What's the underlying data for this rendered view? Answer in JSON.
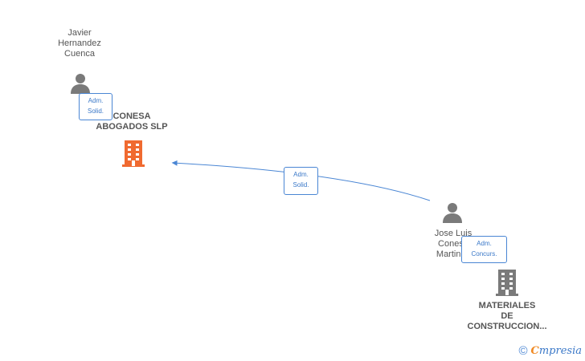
{
  "nodes": {
    "javier": {
      "label": "Javier\nHernandez\nCuenca",
      "type": "person",
      "color": "#7a7a7a"
    },
    "conesa_abogados": {
      "label": "CONESA\nABOGADOS SLP",
      "type": "company",
      "color": "#f06a30"
    },
    "jose_luis": {
      "label": "Jose Luis\nConesa\nMartinez",
      "type": "person",
      "color": "#7a7a7a"
    },
    "materiales": {
      "label": "MATERIALES\nDE\nCONSTRUCCION...",
      "type": "company",
      "color": "#7a7a7a"
    }
  },
  "edges": [
    {
      "from": "javier",
      "to": "conesa_abogados",
      "role": "Adm.\nSolid."
    },
    {
      "from": "jose_luis",
      "to": "conesa_abogados",
      "role": "Adm.\nSolid."
    },
    {
      "from": "jose_luis",
      "to": "materiales",
      "role": "Adm.\nConcurs."
    }
  ],
  "colors": {
    "edge": "#4a86d4",
    "badge_border": "#4a86d4",
    "badge_text": "#3a78c8"
  },
  "footer": {
    "copyright_symbol": "©",
    "brand_first": "C",
    "brand_rest": "mpresia"
  }
}
